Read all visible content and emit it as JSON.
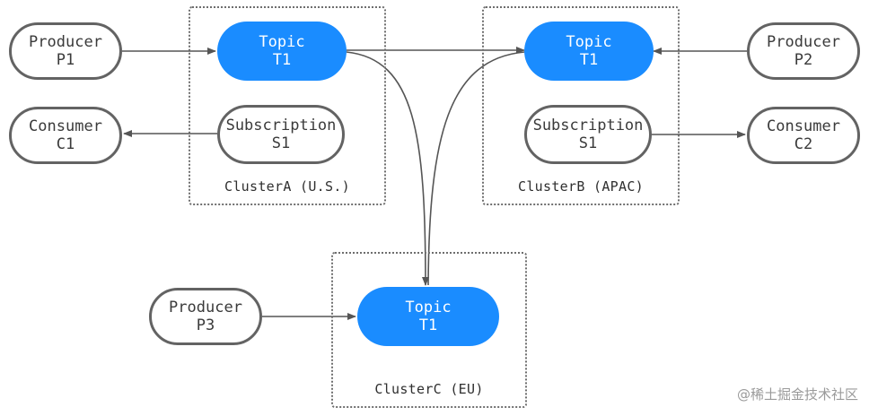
{
  "colors": {
    "topic_fill": "#1a8cff",
    "node_border": "#636363",
    "arrow": "#555555",
    "cluster_border": "#6e6e6e"
  },
  "clusters": {
    "a": {
      "label": "ClusterA (U.S.)"
    },
    "b": {
      "label": "ClusterB (APAC)"
    },
    "c": {
      "label": "ClusterC (EU)"
    }
  },
  "nodes": {
    "producer_p1": {
      "line1": "Producer",
      "line2": "P1"
    },
    "consumer_c1": {
      "line1": "Consumer",
      "line2": "C1"
    },
    "topic_a": {
      "line1": "Topic",
      "line2": "T1"
    },
    "subscription_a": {
      "line1": "Subscription",
      "line2": "S1"
    },
    "topic_b": {
      "line1": "Topic",
      "line2": "T1"
    },
    "subscription_b": {
      "line1": "Subscription",
      "line2": "S1"
    },
    "producer_p2": {
      "line1": "Producer",
      "line2": "P2"
    },
    "consumer_c2": {
      "line1": "Consumer",
      "line2": "C2"
    },
    "producer_p3": {
      "line1": "Producer",
      "line2": "P3"
    },
    "topic_c": {
      "line1": "Topic",
      "line2": "T1"
    }
  },
  "watermark": "@稀土掘金技术社区"
}
